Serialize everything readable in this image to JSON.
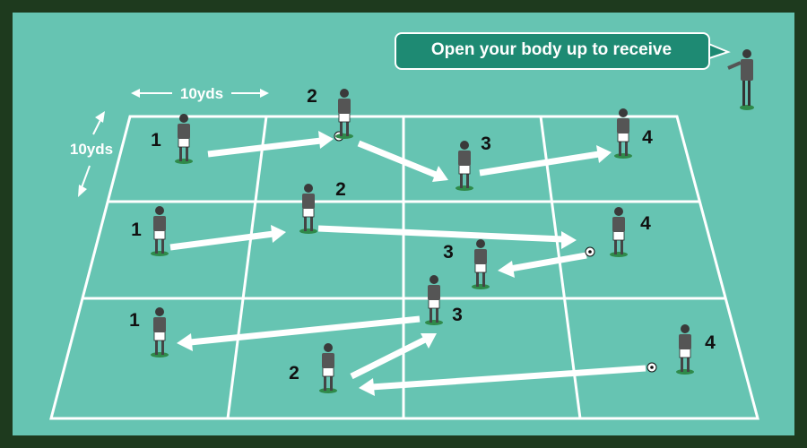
{
  "callout": {
    "text": "Open your body up to receive"
  },
  "dimensions": {
    "width_label": "10yds",
    "height_label": "10yds"
  },
  "rows": [
    {
      "players": [
        {
          "label": "1"
        },
        {
          "label": "2"
        },
        {
          "label": "3"
        },
        {
          "label": "4"
        }
      ]
    },
    {
      "players": [
        {
          "label": "1"
        },
        {
          "label": "2"
        },
        {
          "label": "3"
        },
        {
          "label": "4"
        }
      ]
    },
    {
      "players": [
        {
          "label": "1"
        },
        {
          "label": "2"
        },
        {
          "label": "3"
        },
        {
          "label": "4"
        }
      ]
    }
  ],
  "colors": {
    "pitch": "#66c4b2",
    "border": "#1e3a1e",
    "callout": "#1e8a73",
    "lines": "#ffffff"
  }
}
